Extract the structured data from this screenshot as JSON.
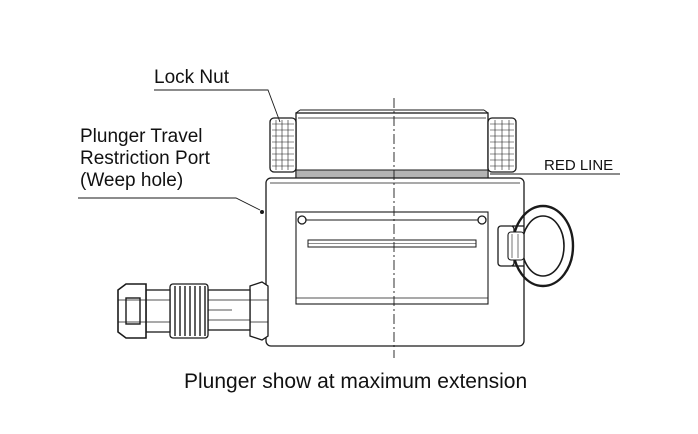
{
  "labels": {
    "lock_nut": "Lock Nut",
    "port_line1": "Plunger Travel",
    "port_line2": "Restriction Port",
    "port_line3": "(Weep hole)",
    "red_line": "RED LINE"
  },
  "caption": "Plunger show at maximum extension",
  "colors": {
    "line": "#1a1a1a",
    "red_band": "#b3b3b3",
    "background": "#ffffff"
  }
}
